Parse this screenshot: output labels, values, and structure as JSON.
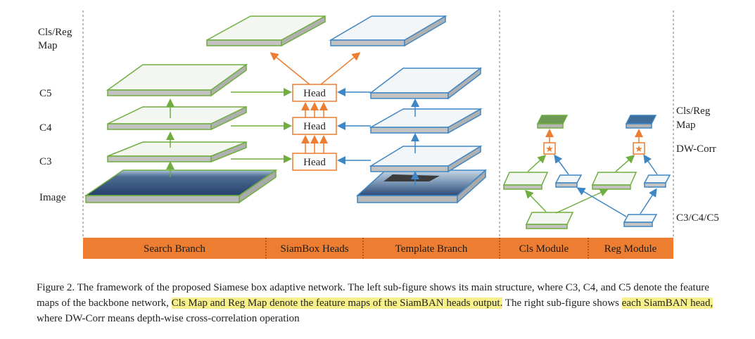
{
  "left_labels": {
    "map": [
      "Cls/Reg",
      "Map"
    ],
    "c5": "C5",
    "c4": "C4",
    "c3": "C3",
    "image": "Image"
  },
  "head_label": "Head",
  "right_labels": {
    "map": [
      "Cls/Reg",
      "Map"
    ],
    "dw_corr": "DW-Corr",
    "c345": "C3/C4/C5"
  },
  "band": {
    "search": "Search Branch",
    "heads": "SiamBox Heads",
    "template": "Template Branch",
    "cls": "Cls Module",
    "reg": "Reg Module"
  },
  "caption": {
    "part1": "Figure 2. The framework of the proposed Siamese box adaptive network. The left sub-figure shows its main structure, where C3, C4, and C5 denote the feature maps of the backbone network, ",
    "highlight1": "Cls Map and Reg Map denote the feature maps of the SiamBAN heads output.",
    "part2": " The right sub-figure shows ",
    "highlight2": "each SiamBAN head,",
    "part3": " where DW-Corr means depth-wise cross-correlation operation"
  },
  "colors": {
    "green": "#6fae3f",
    "blue": "#3f86c4",
    "orange": "#ec7d31",
    "band": "#ec7d31"
  }
}
